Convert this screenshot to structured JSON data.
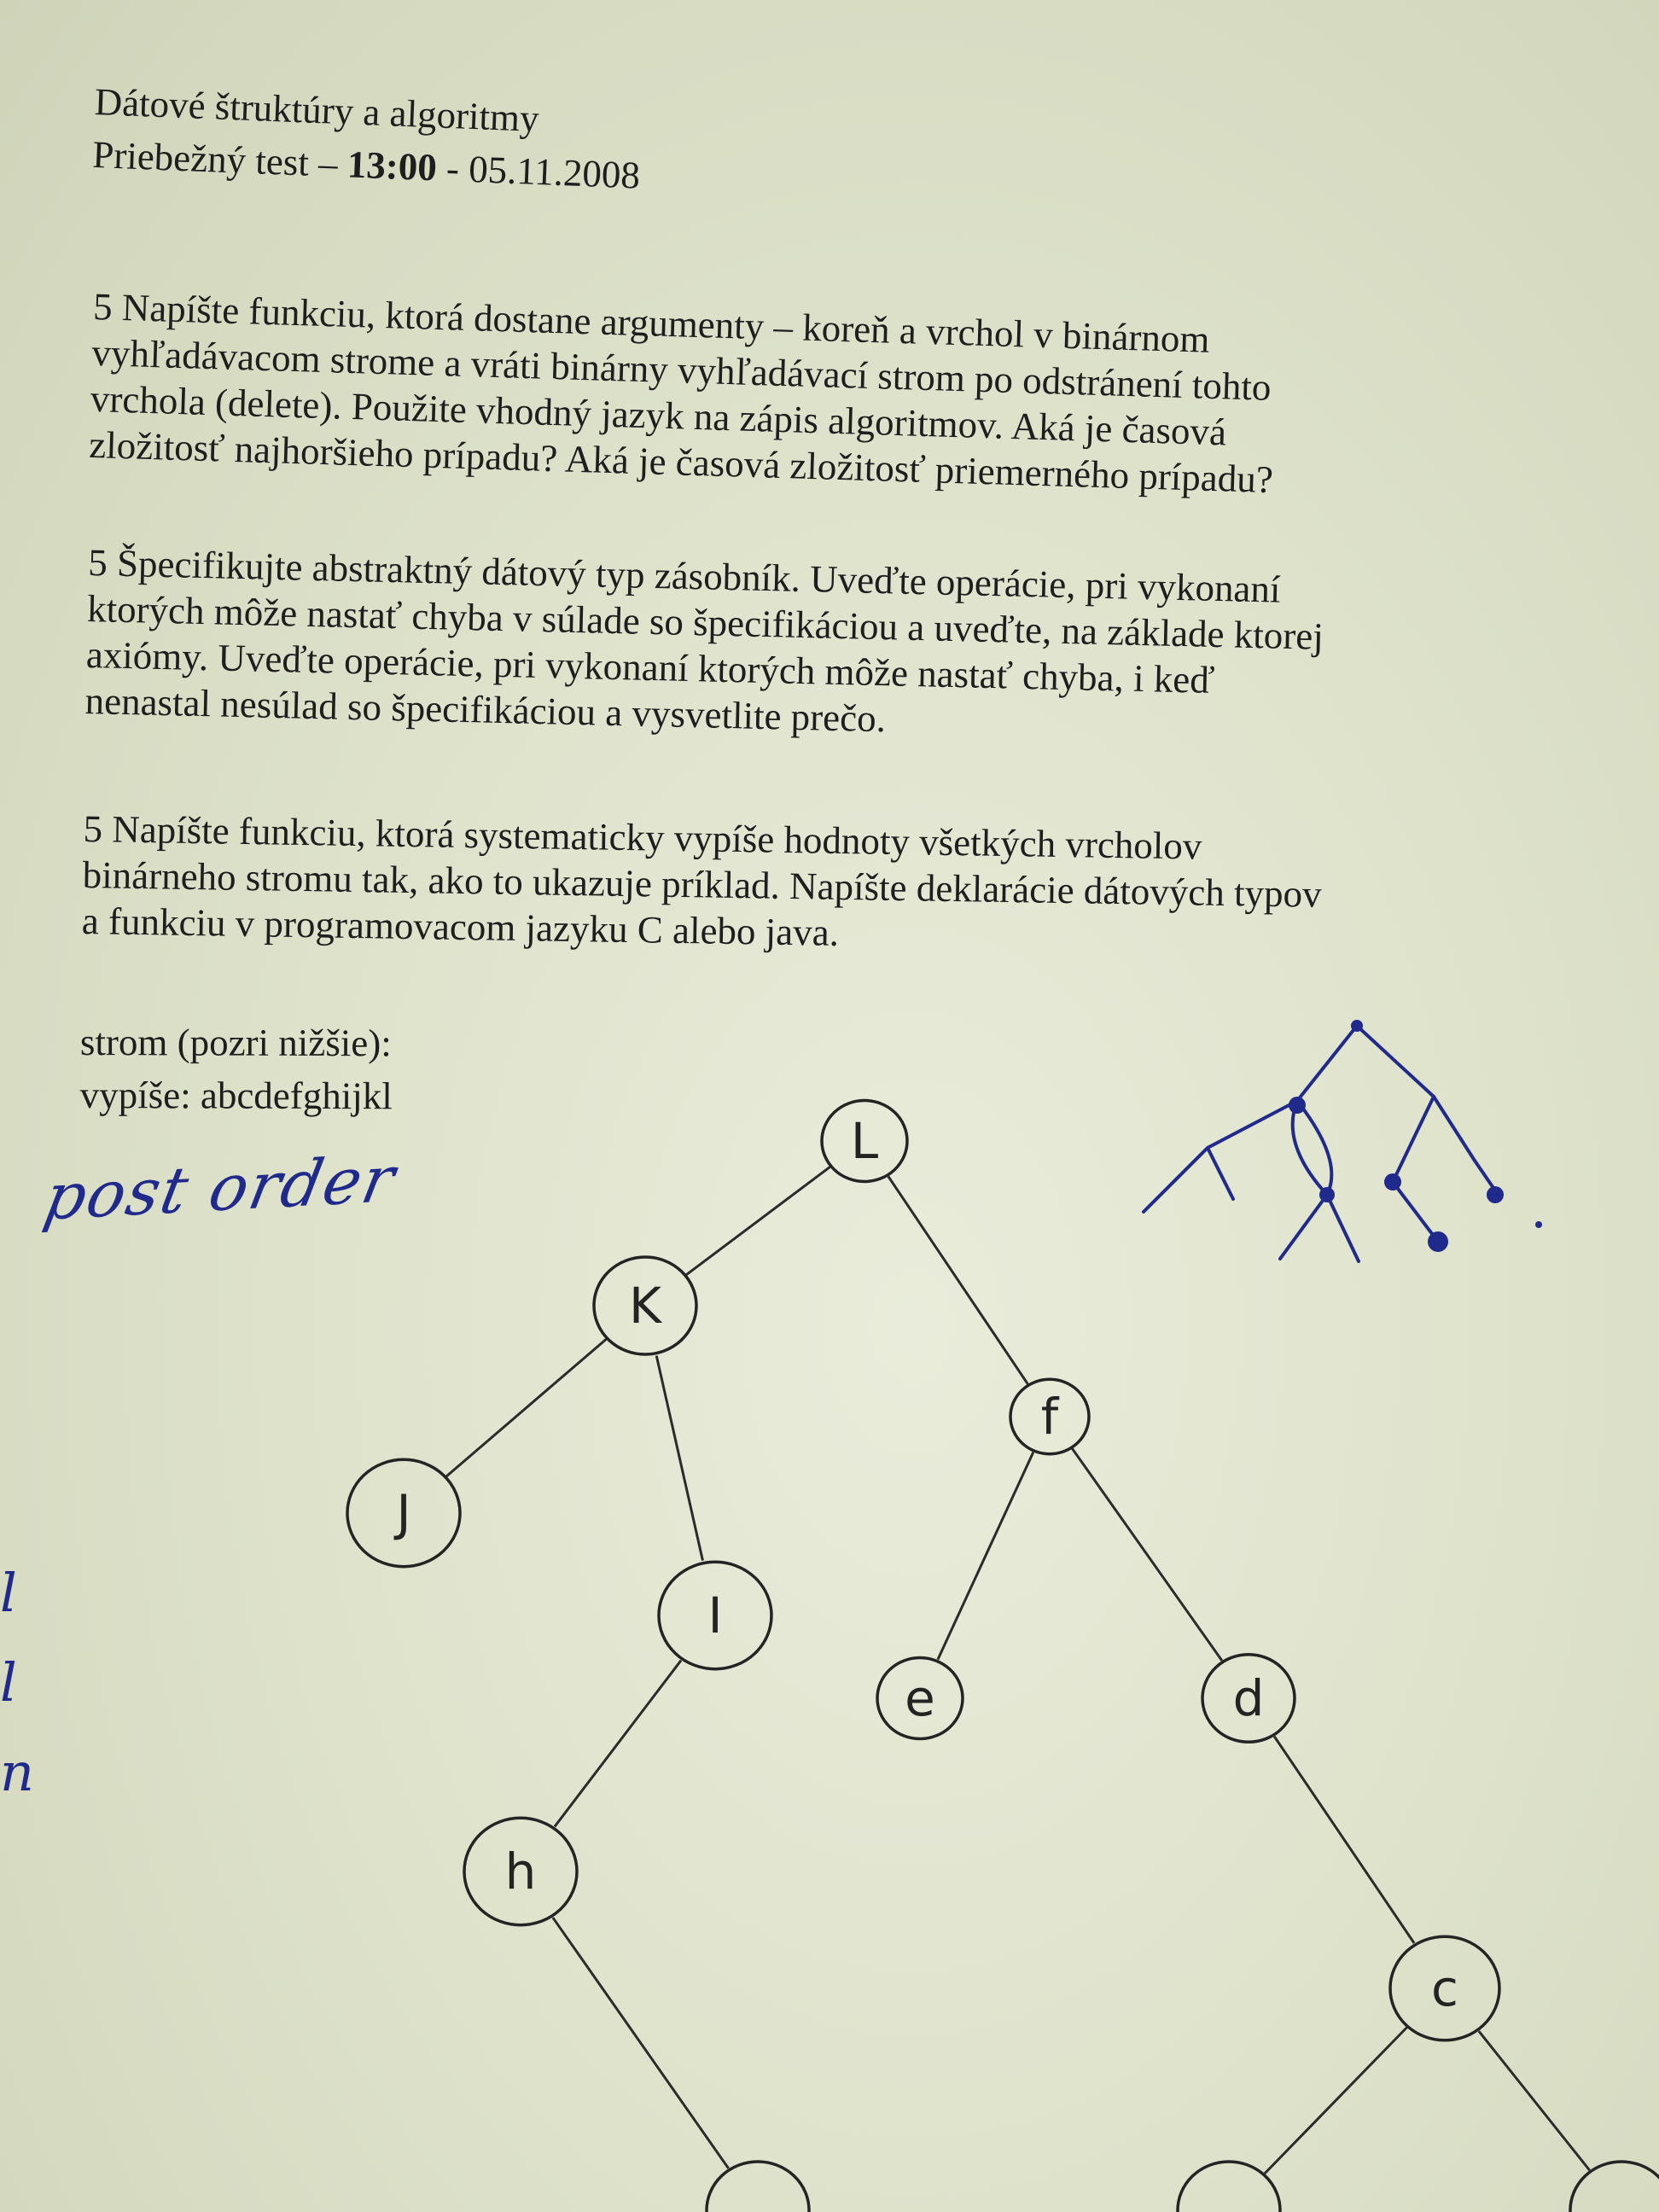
{
  "header": {
    "line1": "Dátové štruktúry a algoritmy",
    "line2_prefix": "Priebežný test – ",
    "line2_bold": "13:00",
    "line2_suffix": " - 05.11.2008"
  },
  "tasks": [
    {
      "lines": [
        "5 Napíšte funkciu, ktorá dostane argumenty – koreň a vrchol v binárnom",
        "vyhľadávacom strome a vráti binárny vyhľadávací strom po odstránení tohto",
        "vrchola (delete). Použite vhodný jazyk na zápis algoritmov. Aká je časová",
        "zložitosť najhoršieho prípadu? Aká je časová zložitosť priemerného prípadu?"
      ]
    },
    {
      "lines": [
        "5 Špecifikujte abstraktný dátový typ zásobník. Uveďte operácie, pri vykonaní",
        "ktorých môže nastať chyba v súlade so špecifikáciou a uveďte, na základe ktorej",
        "axiómy. Uveďte operácie, pri vykonaní ktorých môže nastať chyba, i keď",
        "nenastal nesúlad so špecifikáciou a vysvetlite prečo."
      ]
    },
    {
      "lines": [
        "5 Napíšte funkciu, ktorá systematicky vypíše hodnoty všetkých vrcholov",
        "binárneho stromu tak, ako to ukazuje príklad. Napíšte deklarácie dátových typov",
        "a funkciu v programovacom jazyku C alebo java."
      ]
    }
  ],
  "example": {
    "tree_line": "strom (pozri nižšie):",
    "output_line": "vypíše: abcdefghijkl"
  },
  "annotations": {
    "handwritten_note": "post order",
    "margin_marks": [
      "l",
      "l",
      "n"
    ]
  },
  "tree": {
    "nodes": [
      {
        "id": "L",
        "label": "L"
      },
      {
        "id": "K",
        "label": "K"
      },
      {
        "id": "F",
        "label": "f"
      },
      {
        "id": "J",
        "label": "J"
      },
      {
        "id": "I",
        "label": "I"
      },
      {
        "id": "E",
        "label": "e"
      },
      {
        "id": "D",
        "label": "d"
      },
      {
        "id": "H",
        "label": "h"
      },
      {
        "id": "C",
        "label": "c"
      },
      {
        "id": "G",
        "label": ""
      },
      {
        "id": "A",
        "label": ""
      },
      {
        "id": "B",
        "label": ""
      }
    ],
    "edges": [
      [
        "L",
        "K"
      ],
      [
        "L",
        "F"
      ],
      [
        "K",
        "J"
      ],
      [
        "K",
        "I"
      ],
      [
        "I",
        "H"
      ],
      [
        "H",
        "G"
      ],
      [
        "F",
        "E"
      ],
      [
        "F",
        "D"
      ],
      [
        "D",
        "C"
      ],
      [
        "C",
        "A"
      ],
      [
        "C",
        "B"
      ]
    ]
  },
  "colors": {
    "ink_print": "#1e1e1e",
    "ink_pen": "#1f2a8c",
    "paper": "#e5e8d3"
  }
}
